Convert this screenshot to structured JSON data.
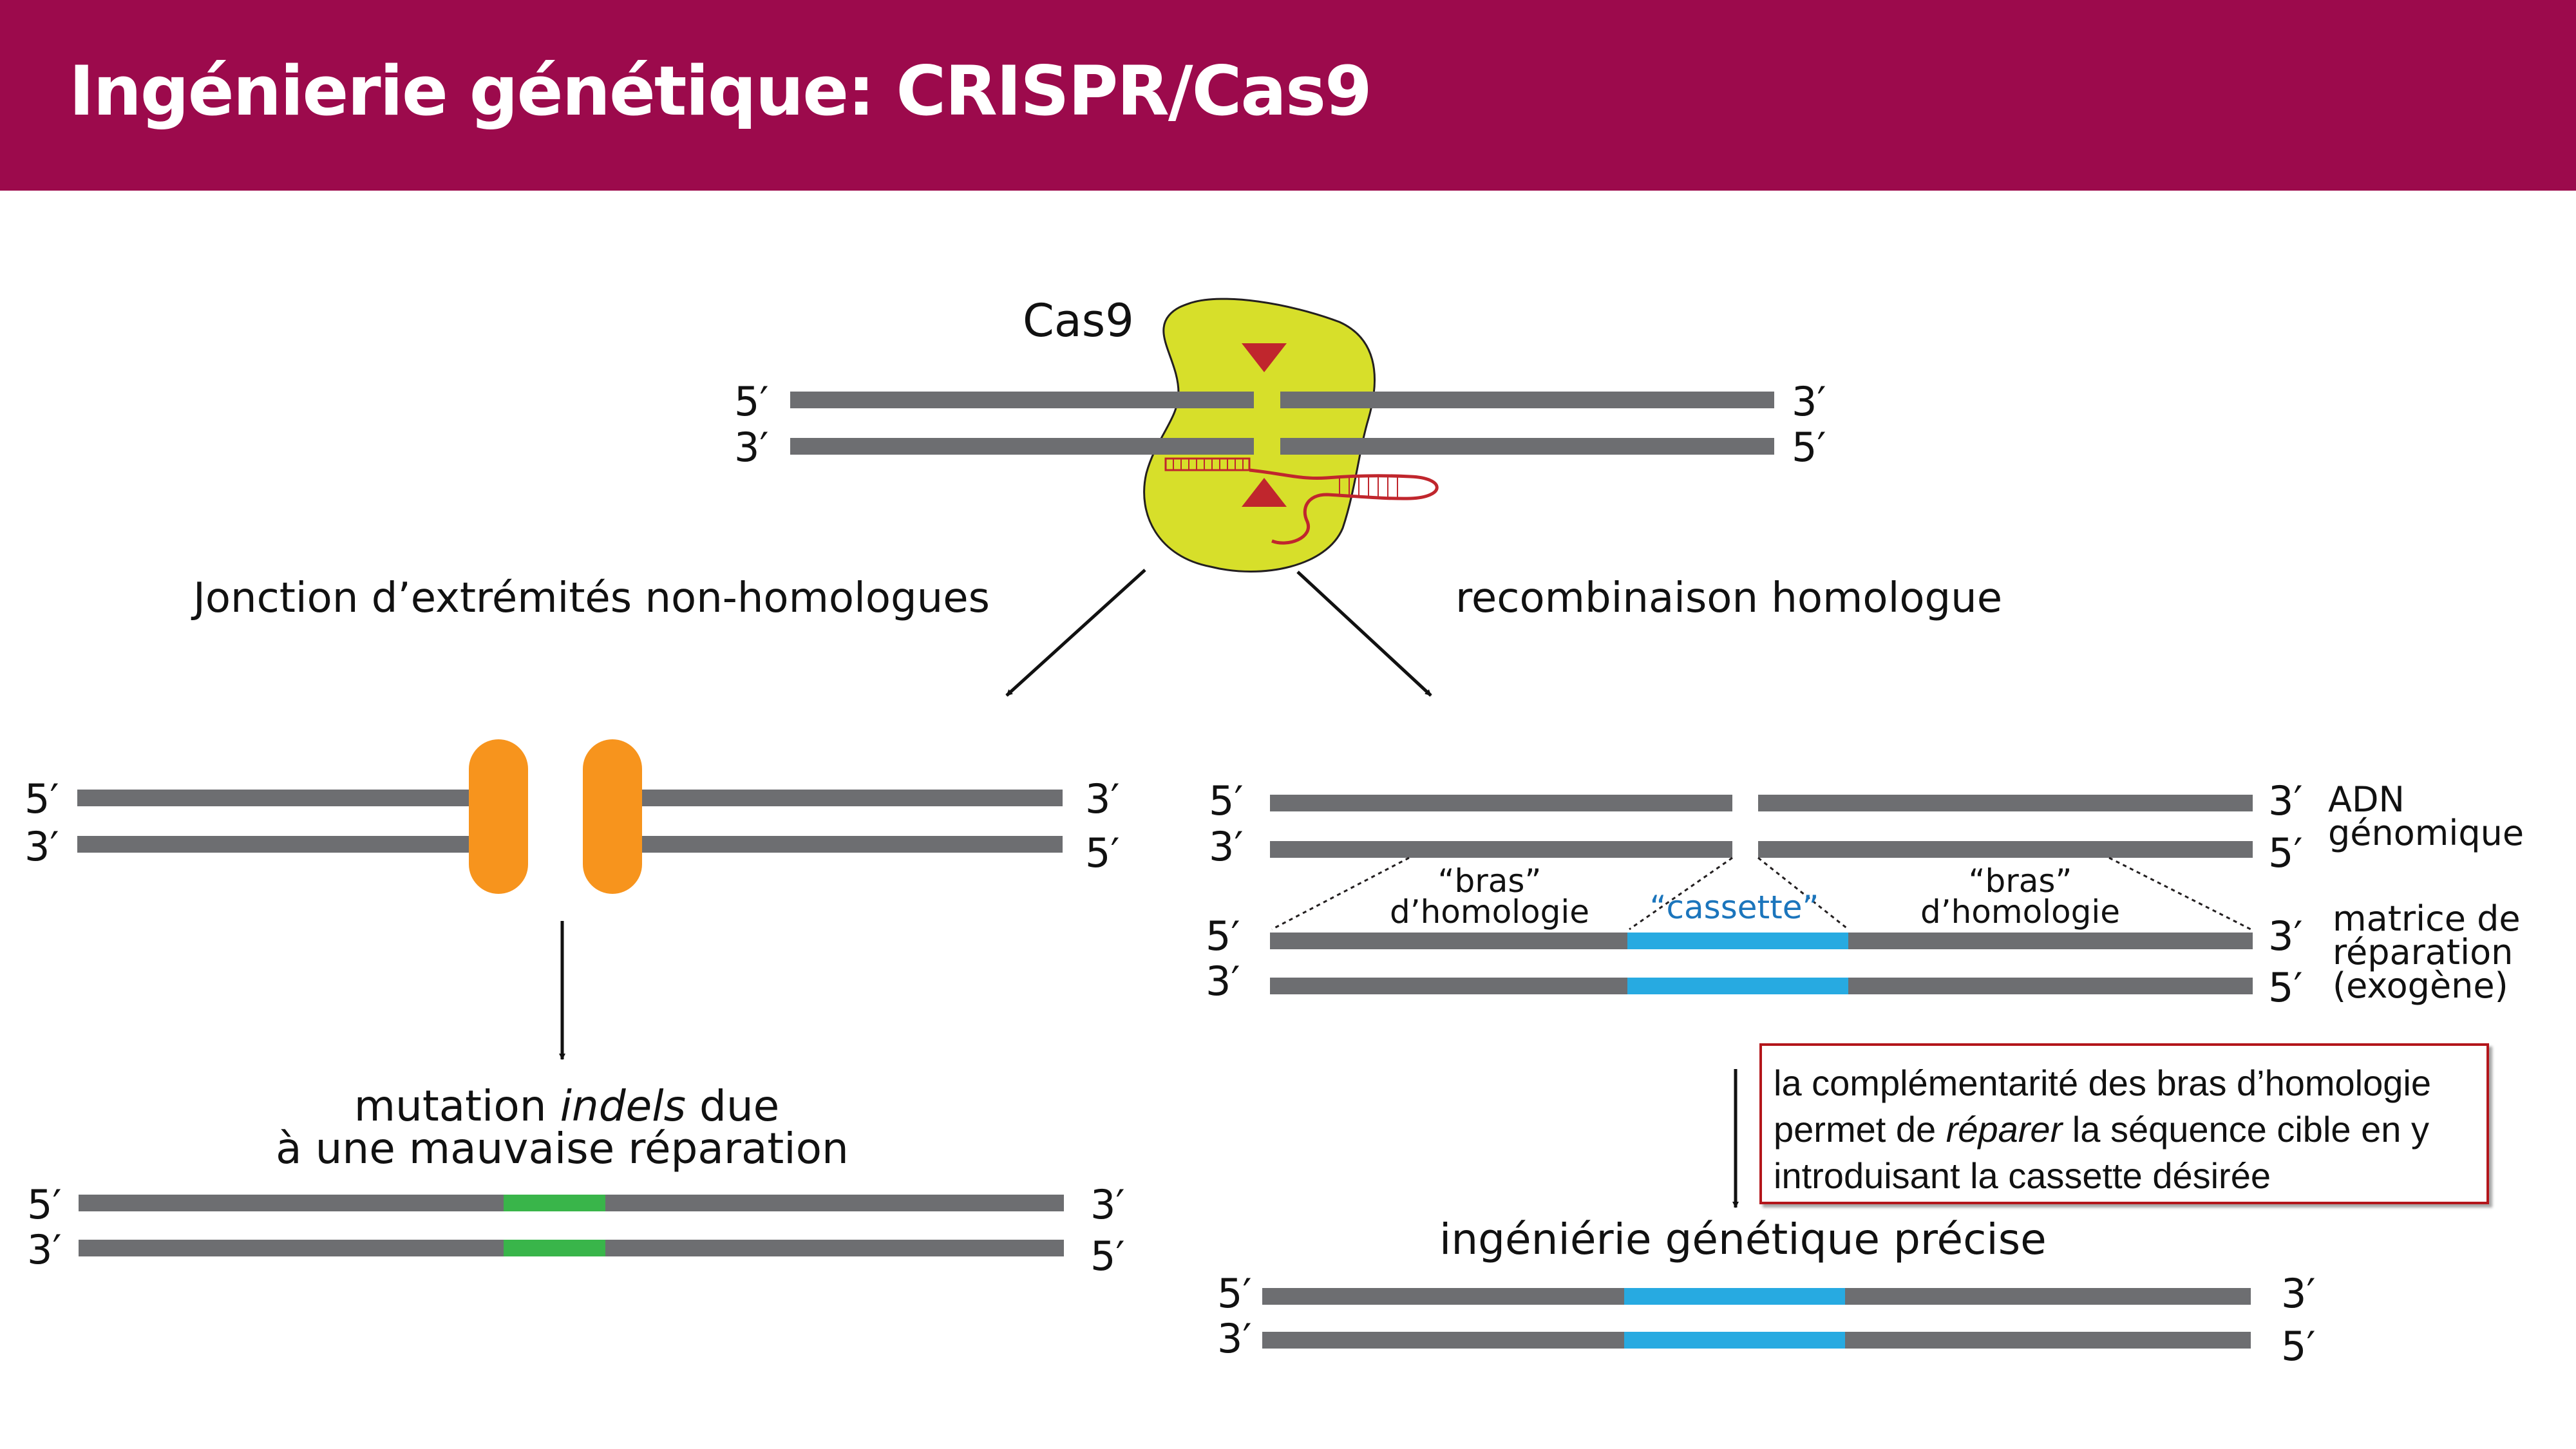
{
  "title": "Ingénierie génétique: CRISPR/Cas9",
  "top": {
    "enzyme_label": "Cas9",
    "strand_top_left": "5′",
    "strand_top_right": "3′",
    "strand_bottom_left": "3′",
    "strand_bottom_right": "5′"
  },
  "pathways": {
    "left_label": "Jonction d’extrémités non-homologues",
    "right_label": "recombinaison homologue"
  },
  "nhej": {
    "ends_top_left": "5′",
    "ends_top_right": "3′",
    "ends_bottom_left": "3′",
    "ends_bottom_right": "5′",
    "result_line1_a": "mutation ",
    "result_line1_italic": "indels",
    "result_line1_b": " due",
    "result_line2": "à une mauvaise réparation",
    "result_top_left": "5′",
    "result_top_right": "3′",
    "result_bottom_left": "3′",
    "result_bottom_right": "5′"
  },
  "hdr": {
    "genomic_top_left": "5′",
    "genomic_top_right": "3′",
    "genomic_bottom_left": "3′",
    "genomic_bottom_right": "5′",
    "genomic_label_1": "ADN",
    "genomic_label_2": "génomique",
    "arm_left_1": "“bras”",
    "arm_left_2": "d’homologie",
    "cassette_label": "“cassette”",
    "arm_right_1": "“bras”",
    "arm_right_2": "d’homologie",
    "template_top_left": "5′",
    "template_top_right": "3′",
    "template_bottom_left": "3′",
    "template_bottom_right": "5′",
    "template_label_1": "matrice de",
    "template_label_2": "réparation",
    "template_label_3": "(exogène)",
    "note_line1": "la complémentarité des bras d’homologie",
    "note_line2_a": "permet de ",
    "note_line2_italic": "réparer",
    "note_line2_b": " la séquence cible en y",
    "note_line3": "introduisant la cassette désirée",
    "result_label": "ingéniérie génétique précise",
    "result_top_left": "5′",
    "result_top_right": "3′",
    "result_bottom_left": "3′",
    "result_bottom_right": "5′"
  },
  "colors": {
    "header": "#9c0a4c",
    "strand": "#6d6e71",
    "cas9": "#d7df2a",
    "cut_marker": "#c0262d",
    "ku_protein": "#f7941d",
    "indel": "#39b54a",
    "cassette": "#27aae1",
    "note_border": "#b3161b"
  }
}
